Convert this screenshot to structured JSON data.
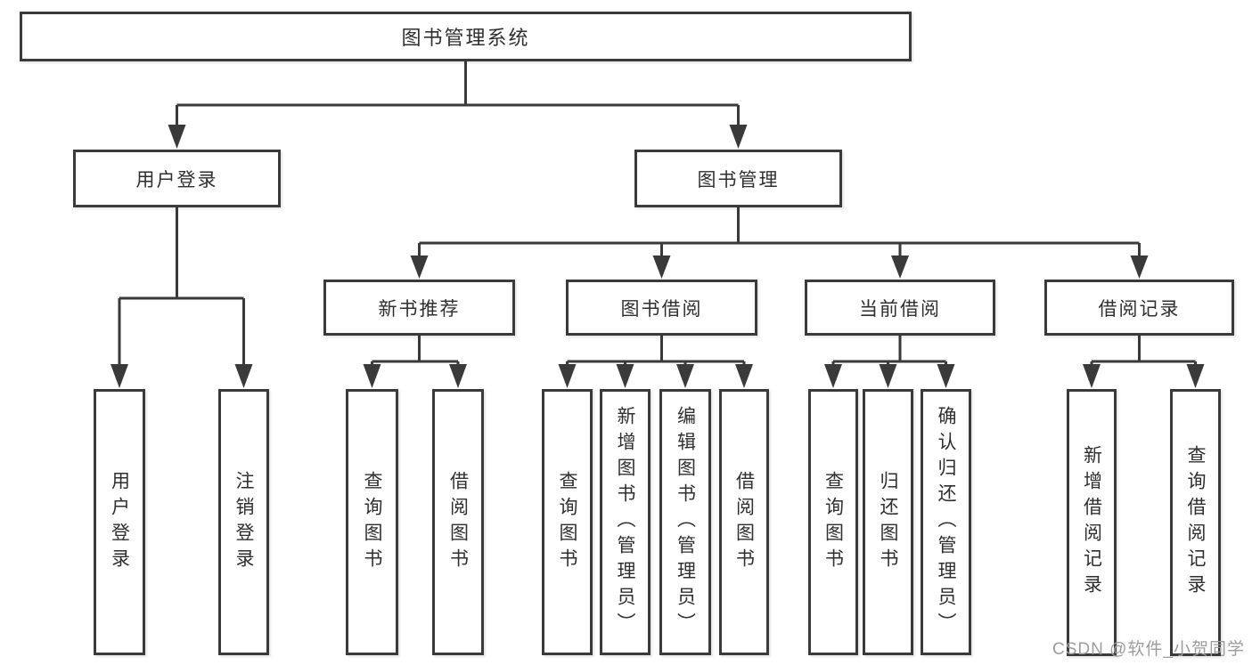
{
  "diagram_title": "图书管理系统",
  "tree": {
    "root": {
      "label": "图书管理系统",
      "children": [
        {
          "label": "用户登录",
          "children": [
            {
              "label": "用户登录"
            },
            {
              "label": "注销登录"
            }
          ]
        },
        {
          "label": "图书管理",
          "children": [
            {
              "label": "新书推荐",
              "children": [
                {
                  "label": "查询图书"
                },
                {
                  "label": "借阅图书"
                }
              ]
            },
            {
              "label": "图书借阅",
              "children": [
                {
                  "label": "查询图书"
                },
                {
                  "label": "新增图书（管理员）"
                },
                {
                  "label": "编辑图书（管理员）"
                },
                {
                  "label": "借阅图书"
                }
              ]
            },
            {
              "label": "当前借阅",
              "children": [
                {
                  "label": "查询图书"
                },
                {
                  "label": "归还图书"
                },
                {
                  "label": "确认归还（管理员）"
                }
              ]
            },
            {
              "label": "借阅记录",
              "children": [
                {
                  "label": "新增借阅记录"
                },
                {
                  "label": "查询借阅记录"
                }
              ]
            }
          ]
        }
      ]
    }
  },
  "watermark": {
    "text": "CSDN @软件_小贺同学"
  },
  "colors": {
    "line": "#3a3a3a",
    "text": "#2f2f2f",
    "watermark": "#9c9c9c",
    "background": "#ffffff"
  }
}
